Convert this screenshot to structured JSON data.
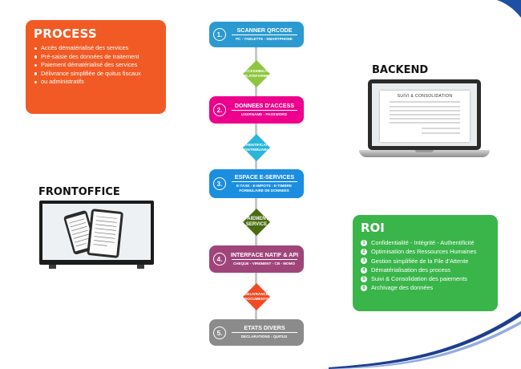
{
  "colors": {
    "process": "#f15a24",
    "roi": "#39b54a",
    "step1": "#2b9ad1",
    "step2": "#ec008c",
    "step3": "#1b8ee0",
    "step4": "#a0457a",
    "step5": "#8b8b8b",
    "d1": "#8dc63f",
    "d2": "#29b6d8",
    "d3": "#4a6b10",
    "d4": "#f04b23"
  },
  "process": {
    "title": "PROCESS",
    "items": [
      "Accès dématérialisé des services",
      "Pré-saisie des données de traitement",
      "Paiement dématérialisé des services",
      "Délivrance simplifiée de quitus fiscaux",
      "ou administratifs"
    ]
  },
  "frontoffice": {
    "title": "FRONTOFFICE"
  },
  "backend": {
    "title": "BACKEND",
    "screen_title": "SUIVI & CONSOLIDATION"
  },
  "roi": {
    "title": "ROI",
    "items": [
      {
        "num": "1",
        "text": "Confidentialité - Intégrité - Authentificité"
      },
      {
        "num": "2",
        "text": "Optimisation des Ressources Humaines"
      },
      {
        "num": "3",
        "text": "Gestion simplifiée de la File d'Attente"
      },
      {
        "num": "4",
        "text": "Dématérialisation des process"
      },
      {
        "num": "5",
        "text": "Suivi & Consolidation des paiements"
      },
      {
        "num": "6",
        "text": "Archivage des données"
      }
    ]
  },
  "flow": {
    "steps": [
      {
        "num": "1.",
        "title": "SCANNER QRCODE",
        "sub": [
          "PC - TABLETTE - SMARTPHONE"
        ]
      },
      {
        "num": "2.",
        "title": "DONNEES D'ACCESS",
        "sub": [
          "USERNAME - PASSWORD"
        ]
      },
      {
        "num": "3.",
        "title": "ESPACE E-SERVICES",
        "sub": [
          "E-TAXE - E-IMPOTS - E-TIMBRE",
          "FORMULAIRE DE DONNEES"
        ]
      },
      {
        "num": "4.",
        "title": "INTERFACE NATIF & API",
        "sub": [
          "CHEQUE - VIREMENT - CB - MOMO"
        ]
      },
      {
        "num": "5.",
        "title": "ETATS DIVERS",
        "sub": [
          "DECLARATIONS - QUITUS"
        ]
      }
    ],
    "decisions": [
      [
        "ACCESSIBILITE",
        "PLATEFORME"
      ],
      [
        "AUTHENTIFICATION",
        "CONTRIBUABLE"
      ],
      [
        "PAIEMENT",
        "SERVICE"
      ],
      [
        "DELIVRANCE",
        "DOCUMENTS"
      ]
    ]
  }
}
